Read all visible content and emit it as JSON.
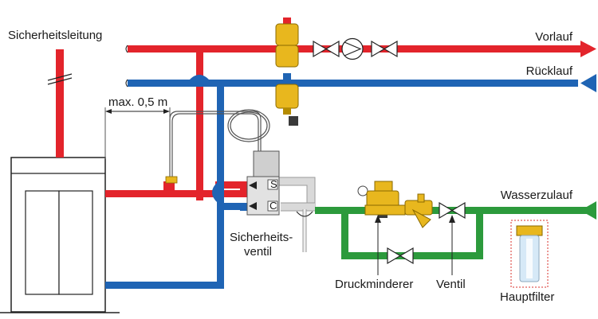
{
  "labels": {
    "safety_line": "Sicherheitsleitung",
    "supply": "Vorlauf",
    "return": "Rücklauf",
    "distance": "max. 0,5 m",
    "water_inlet": "Wasserzulauf",
    "safety_valve_1": "Sicherheits-",
    "safety_valve_2": "ventil",
    "pressure_reducer": "Druckminderer",
    "valve": "Ventil",
    "main_filter": "Hauptfilter",
    "port_s": "S",
    "port_c": "C"
  },
  "colors": {
    "supply": "#e3242b",
    "return": "#1f64b4",
    "water": "#2c9a3c",
    "arrow_supply": "#e3242b",
    "arrow_return": "#1f64b4",
    "arrow_water": "#2c9a3c",
    "brass": "#e8b71e",
    "boiler": "#ffffff",
    "grey_pipe": "#d9d9d9"
  }
}
